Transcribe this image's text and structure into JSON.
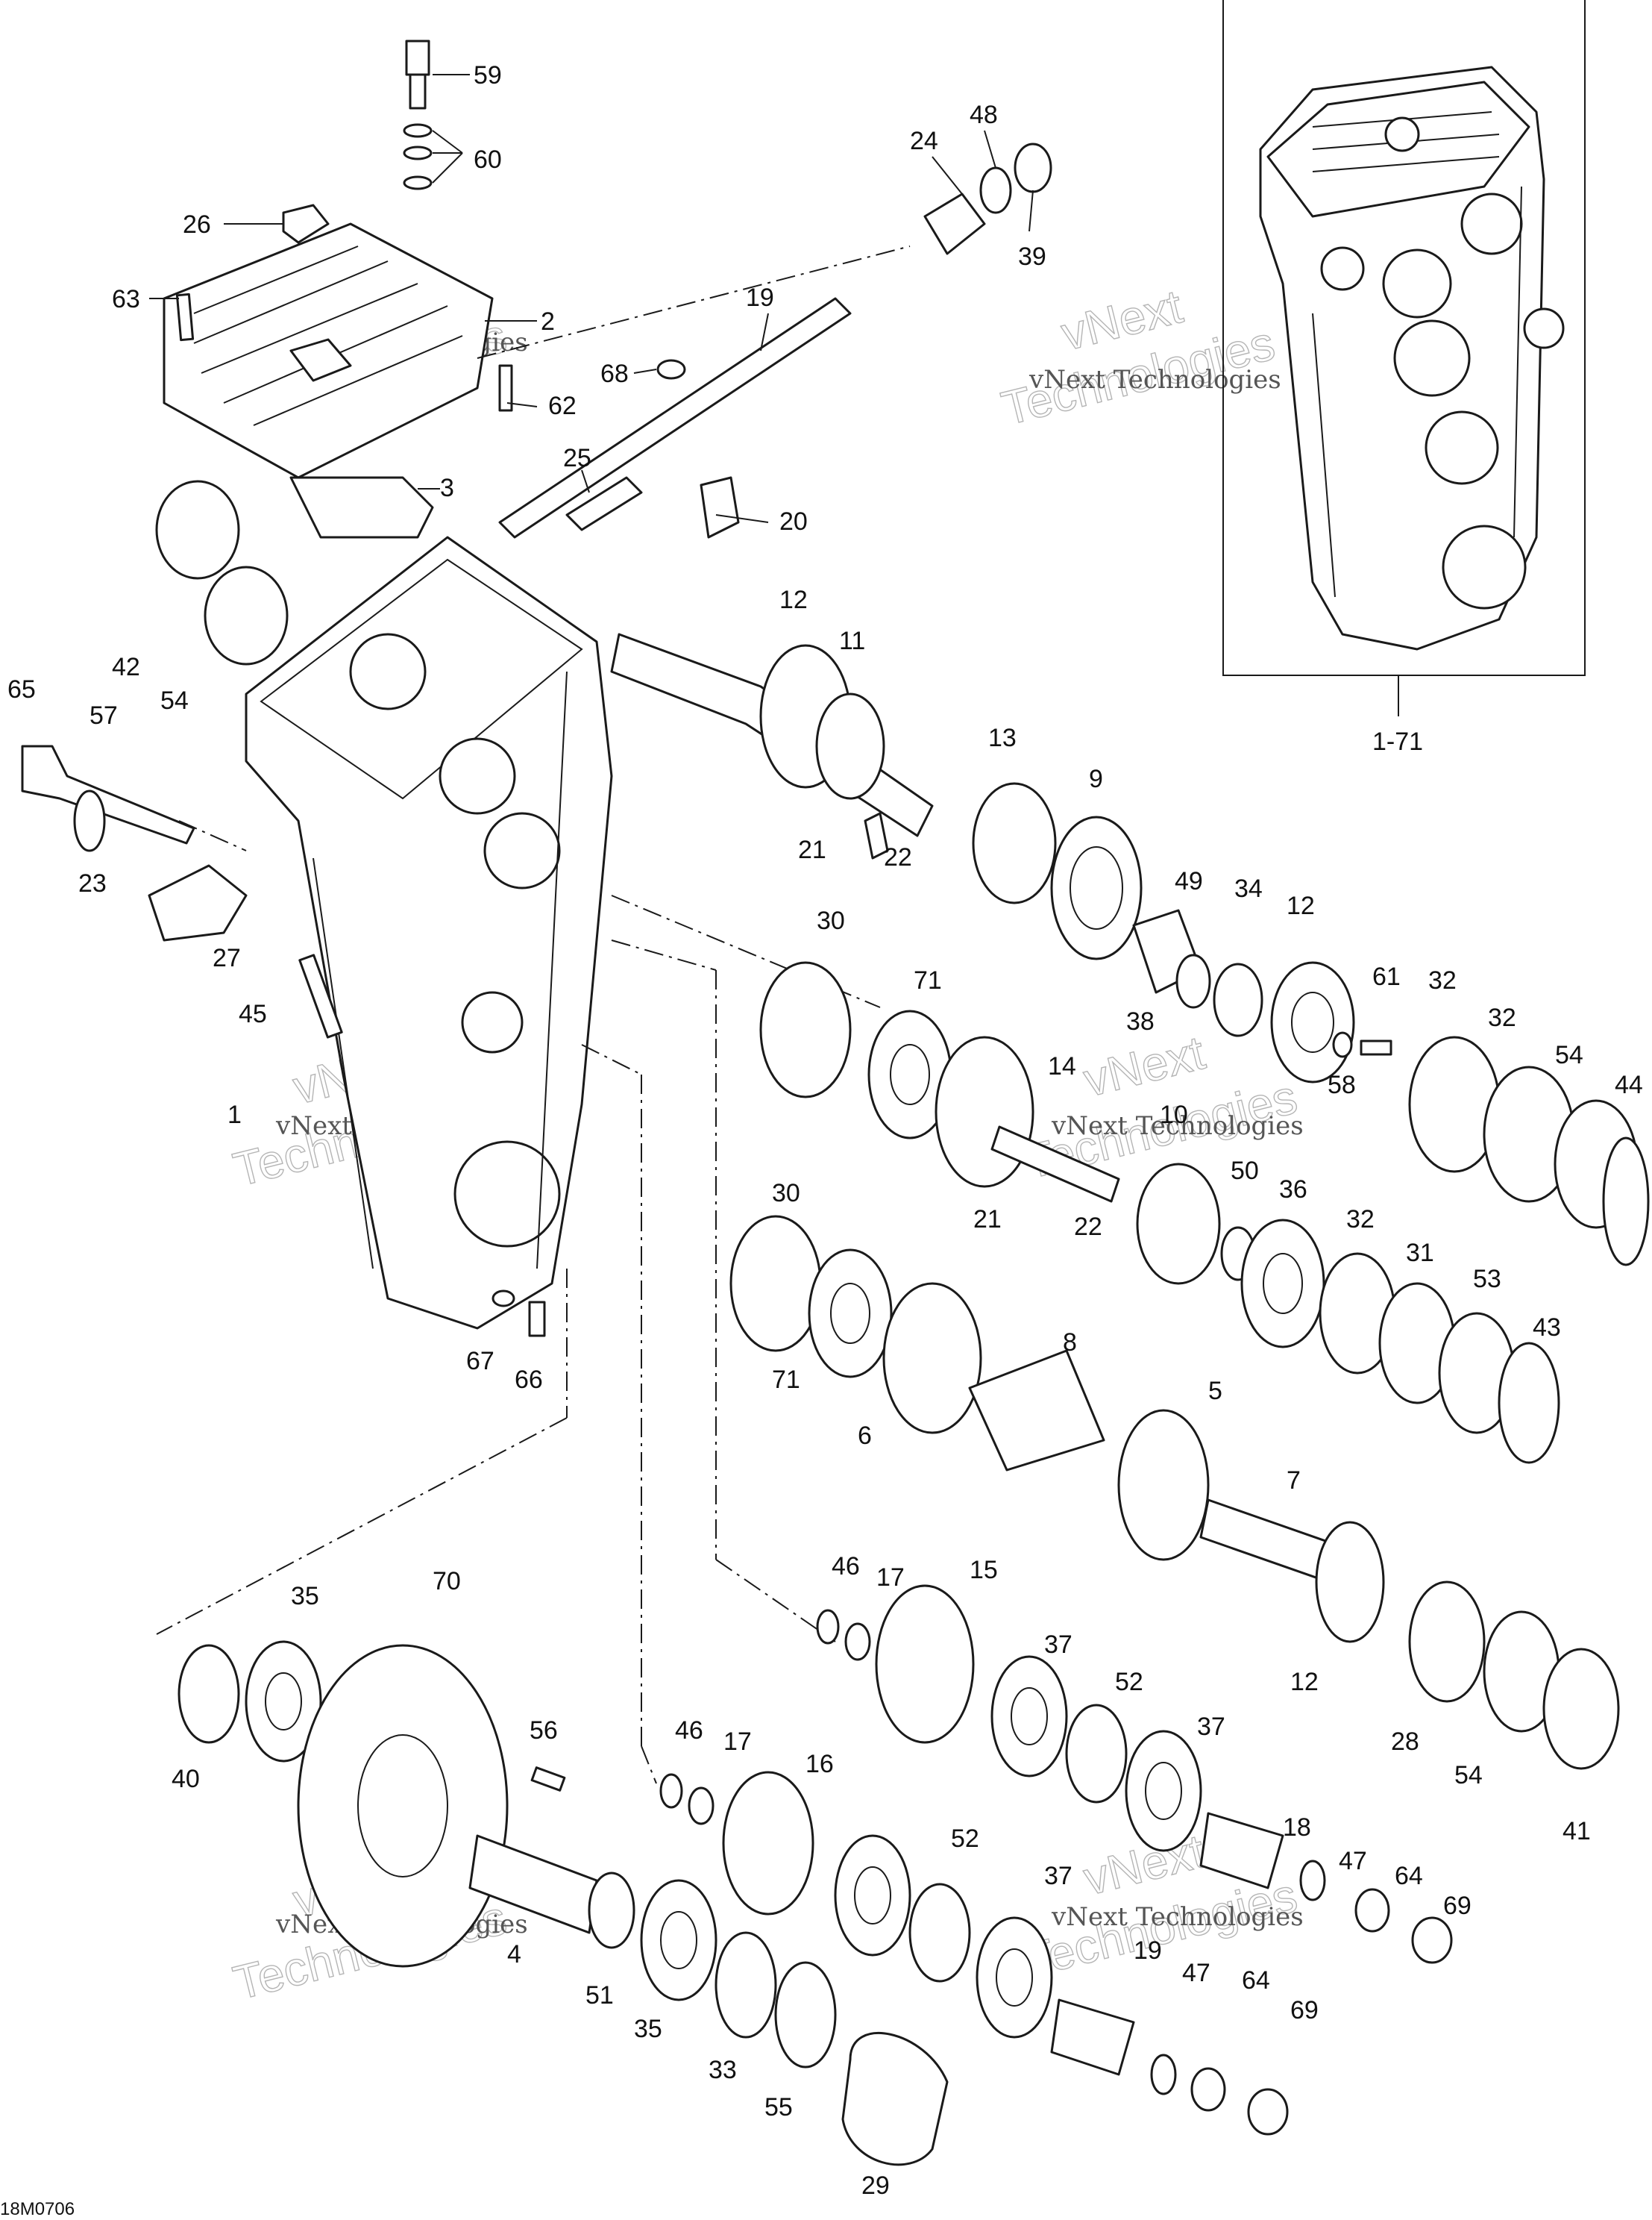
{
  "figure_code": "18M0706",
  "watermark": {
    "line1": "vNext",
    "line2": "Technologies",
    "caption": "vNext Technologies"
  },
  "assembly_callout": "1-71",
  "callouts": [
    "59",
    "60",
    "48",
    "24",
    "26",
    "39",
    "63",
    "2",
    "19",
    "68",
    "62",
    "25",
    "3",
    "20",
    "12",
    "11",
    "42",
    "54",
    "65",
    "57",
    "13",
    "9",
    "21",
    "22",
    "23",
    "49",
    "34",
    "12",
    "27",
    "30",
    "71",
    "61",
    "32",
    "32",
    "45",
    "38",
    "14",
    "54",
    "44",
    "1",
    "58",
    "10",
    "30",
    "50",
    "36",
    "21",
    "22",
    "32",
    "31",
    "53",
    "43",
    "71",
    "8",
    "6",
    "5",
    "67",
    "66",
    "7",
    "46",
    "17",
    "15",
    "35",
    "70",
    "37",
    "12",
    "52",
    "28",
    "54",
    "46",
    "17",
    "16",
    "56",
    "37",
    "41",
    "40",
    "18",
    "47",
    "64",
    "52",
    "69",
    "37",
    "4",
    "51",
    "35",
    "19",
    "47",
    "64",
    "69",
    "33",
    "55",
    "29"
  ]
}
